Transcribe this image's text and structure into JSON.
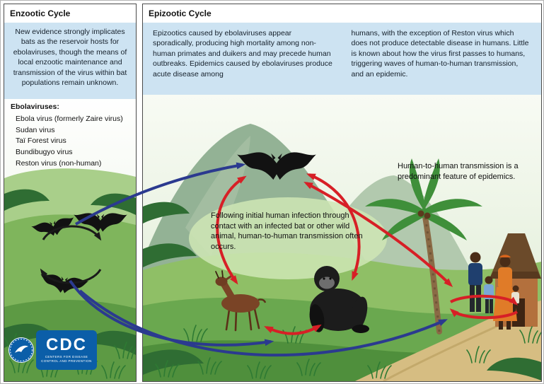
{
  "enzootic": {
    "title": "Enzootic Cycle",
    "description": "New evidence strongly implicates bats as the reservoir hosts for ebolaviruses, though the means of local enzootic maintenance and transmission of the virus within bat populations remain unknown.",
    "list_title": "Ebolaviruses:",
    "viruses": [
      "Ebola virus (formerly Zaire virus)",
      "Sudan virus",
      "Taï Forest virus",
      "Bundibugyo virus",
      "Reston virus (non-human)"
    ]
  },
  "epizootic": {
    "title": "Epizootic Cycle",
    "description_col1": "Epizootics caused by ebolaviruses appear sporadically, producing high mortality among non-human primates and duikers and may precede human outbreaks. Epidemics caused by ebolaviruses produce acute disease among",
    "description_col2": "humans, with the exception of Reston virus which does not produce detectable disease in humans. Little is known about how the virus first passes to humans, triggering waves of human-to-human transmission, and an epidemic.",
    "annotation_center": "Following initial human infection through contact with an infected bat or other wild animal, human-to-human transmission often occurs.",
    "annotation_right": "Human-to-human transmission is a predominant feature of epidemics."
  },
  "cdc_logo": {
    "acronym": "CDC",
    "tagline": "Centers for Disease Control and Prevention"
  },
  "colors": {
    "info_box_blue": "#cde3f2",
    "arrow_red": "#d71f26",
    "arrow_blue": "#2b3a8f",
    "arrow_black": "#1a1a1a",
    "cdc_blue": "#0b5ea8"
  }
}
